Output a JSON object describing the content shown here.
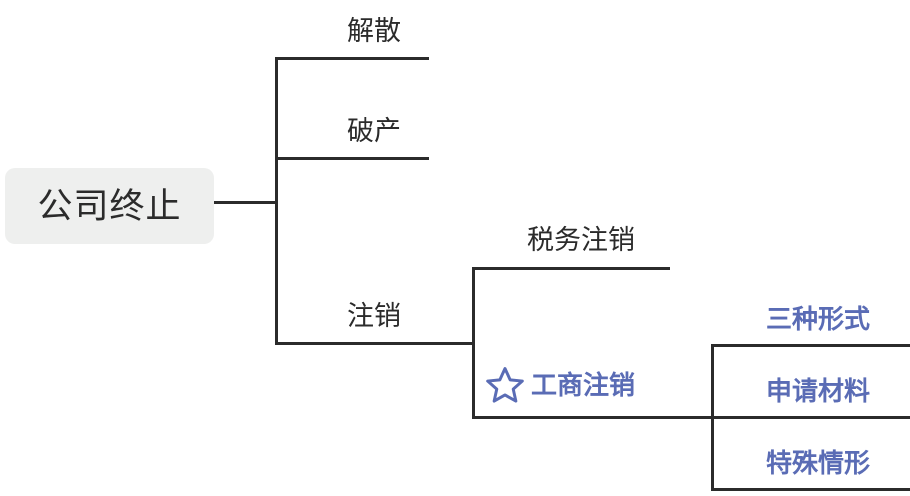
{
  "diagram": {
    "type": "mindmap",
    "title": "公司终止",
    "colors": {
      "line": "#2b2b2b",
      "root_background": "#eeefee",
      "root_text": "#2b2b2b",
      "branch_text": "#2b2b2b",
      "accent_text": "#5a6cb5",
      "canvas_background": "#ffffff"
    },
    "root": {
      "label": "公司终止"
    },
    "level1": [
      {
        "label": "解散"
      },
      {
        "label": "破产"
      },
      {
        "label": "注销"
      }
    ],
    "level2": [
      {
        "label": "税务注销"
      },
      {
        "label": "工商注销",
        "icon": "star-outline-icon",
        "starred": true
      }
    ],
    "level3": [
      {
        "label": "三种形式"
      },
      {
        "label": "申请材料"
      },
      {
        "label": "特殊情形"
      }
    ]
  }
}
